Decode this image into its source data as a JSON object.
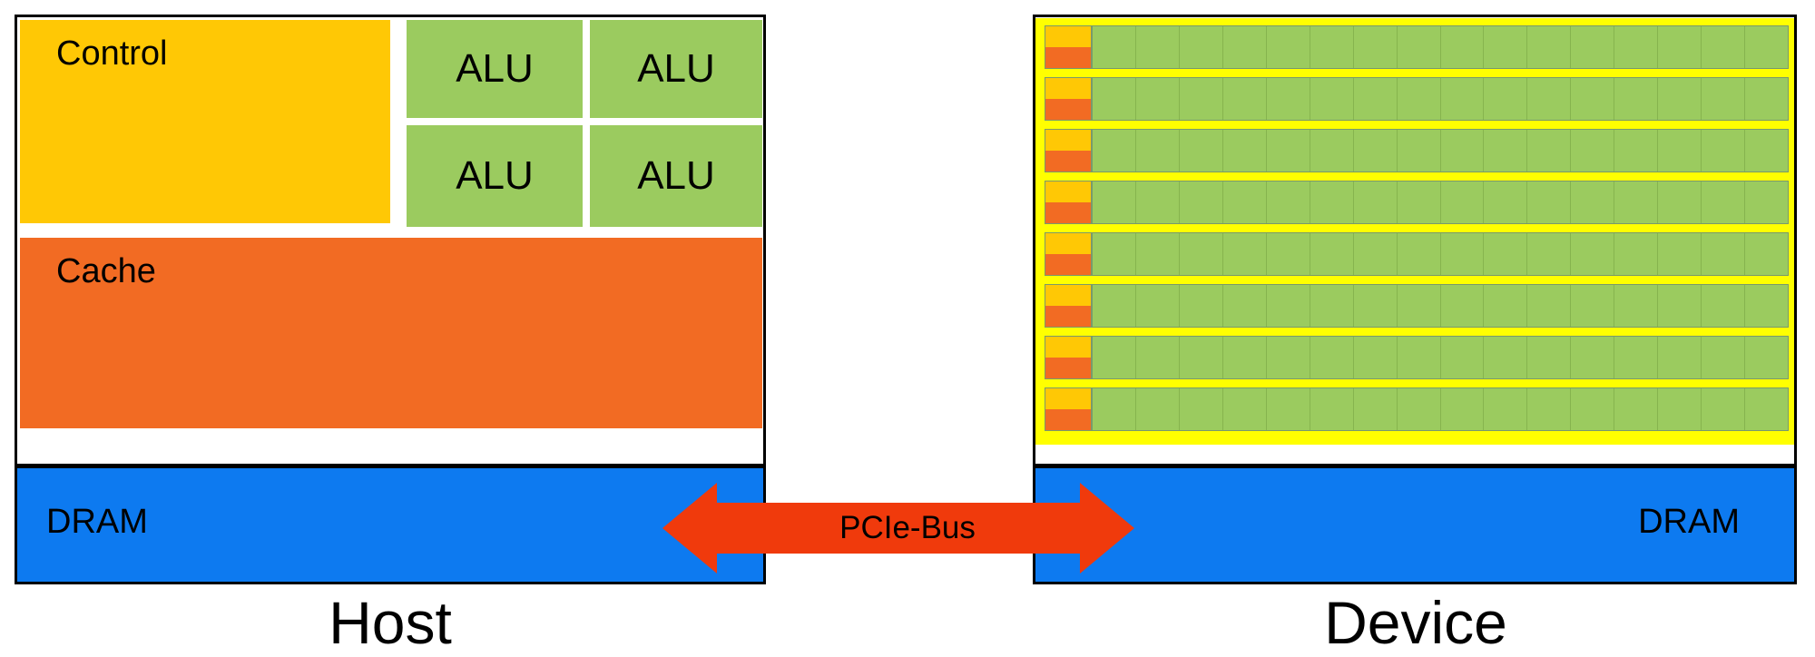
{
  "host": {
    "control_label": "Control",
    "alus": [
      "ALU",
      "ALU",
      "ALU",
      "ALU"
    ],
    "cache_label": "Cache",
    "dram_label": "DRAM",
    "caption": "Host"
  },
  "device": {
    "rows": 8,
    "cells_per_row": 16,
    "dram_label": "DRAM",
    "caption": "Device"
  },
  "bus": {
    "label": "PCIe-Bus"
  },
  "colors": {
    "control": "#ffc805",
    "alu": "#9bcb5f",
    "cache": "#f26b23",
    "dram": "#0d7af0",
    "bus_arrow": "#f03a0c",
    "device_border": "#ffff00"
  }
}
